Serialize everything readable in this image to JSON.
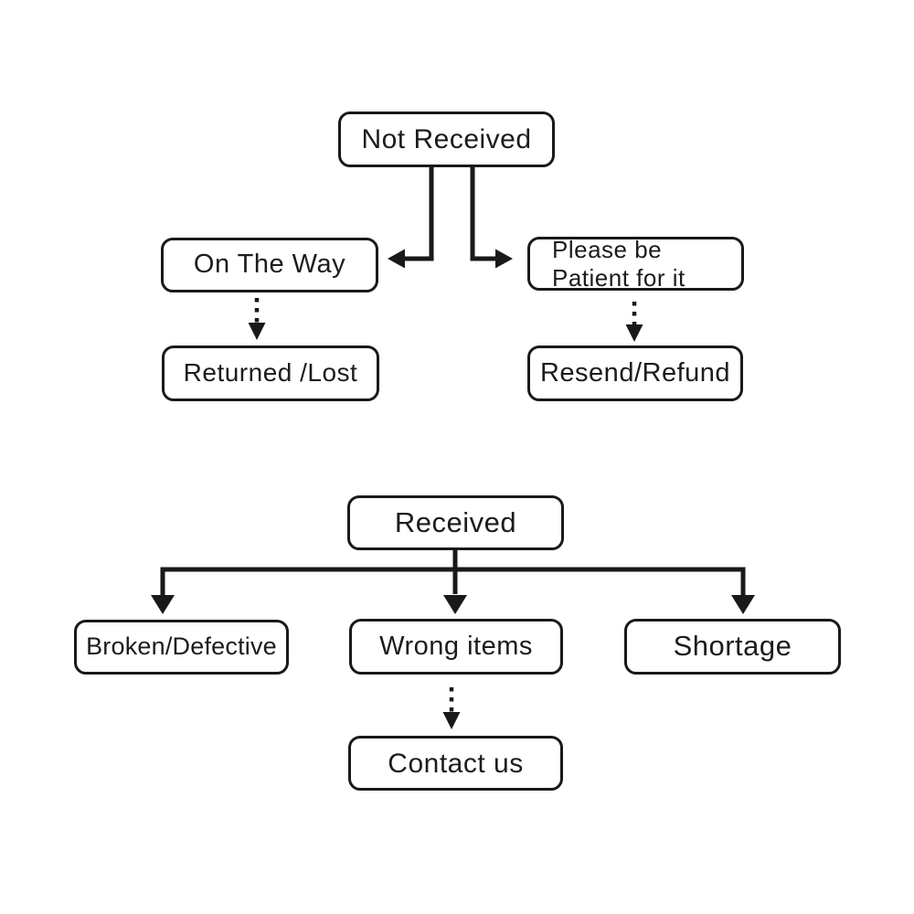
{
  "diagram": {
    "type": "flowchart",
    "colors": {
      "line": "#191919",
      "text": "#1c1c1c",
      "background": "#ffffff",
      "box_fill": "#ffffff"
    },
    "nodes": {
      "not_received": {
        "label": "Not Received"
      },
      "on_the_way": {
        "label": "On The Way"
      },
      "please_be_patient": {
        "label": "Please be\nPatient for it"
      },
      "returned_lost": {
        "label": "Returned /Lost"
      },
      "resend_refund": {
        "label": "Resend/Refund"
      },
      "received": {
        "label": "Received"
      },
      "broken_defective": {
        "label": "Broken/Defective"
      },
      "wrong_items": {
        "label": "Wrong items"
      },
      "shortage": {
        "label": "Shortage"
      },
      "contact_us": {
        "label": "Contact us"
      }
    },
    "edges": [
      {
        "from": "not_received",
        "to": "on_the_way",
        "style": "solid-arrow"
      },
      {
        "from": "not_received",
        "to": "please_be_patient",
        "style": "solid-arrow"
      },
      {
        "from": "on_the_way",
        "to": "returned_lost",
        "style": "dotted-arrow"
      },
      {
        "from": "please_be_patient",
        "to": "resend_refund",
        "style": "dotted-arrow"
      },
      {
        "from": "received",
        "to": "broken_defective",
        "style": "solid-arrow"
      },
      {
        "from": "received",
        "to": "wrong_items",
        "style": "solid-arrow"
      },
      {
        "from": "received",
        "to": "shortage",
        "style": "solid-arrow"
      },
      {
        "from": "wrong_items",
        "to": "contact_us",
        "style": "dotted-arrow"
      }
    ]
  }
}
